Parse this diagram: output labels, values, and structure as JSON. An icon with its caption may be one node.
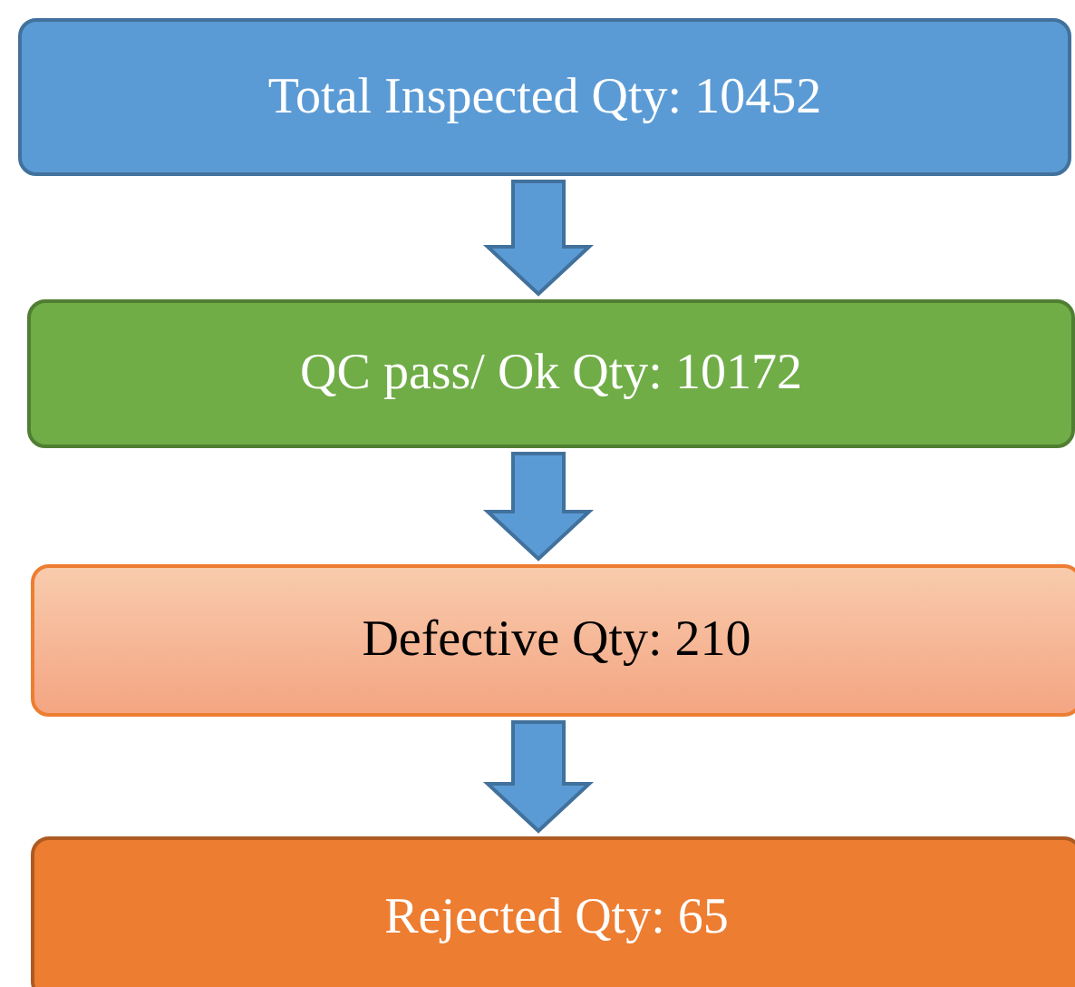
{
  "diagram": {
    "nodes": [
      {
        "text": [
          "Total Inspected Qty: 10452"
        ]
      },
      {
        "text": [
          "QC pass/ Ok Qty: 10172"
        ]
      },
      {
        "text": [
          "Defective Qty: 210"
        ]
      },
      {
        "text": [
          "Rejected Qty: 65"
        ]
      }
    ],
    "edges": [
      {
        "from": 0,
        "to": 1,
        "arrow": "to"
      },
      {
        "from": 1,
        "to": 2,
        "arrow": "to"
      },
      {
        "from": 2,
        "to": 3,
        "arrow": "to"
      }
    ]
  }
}
